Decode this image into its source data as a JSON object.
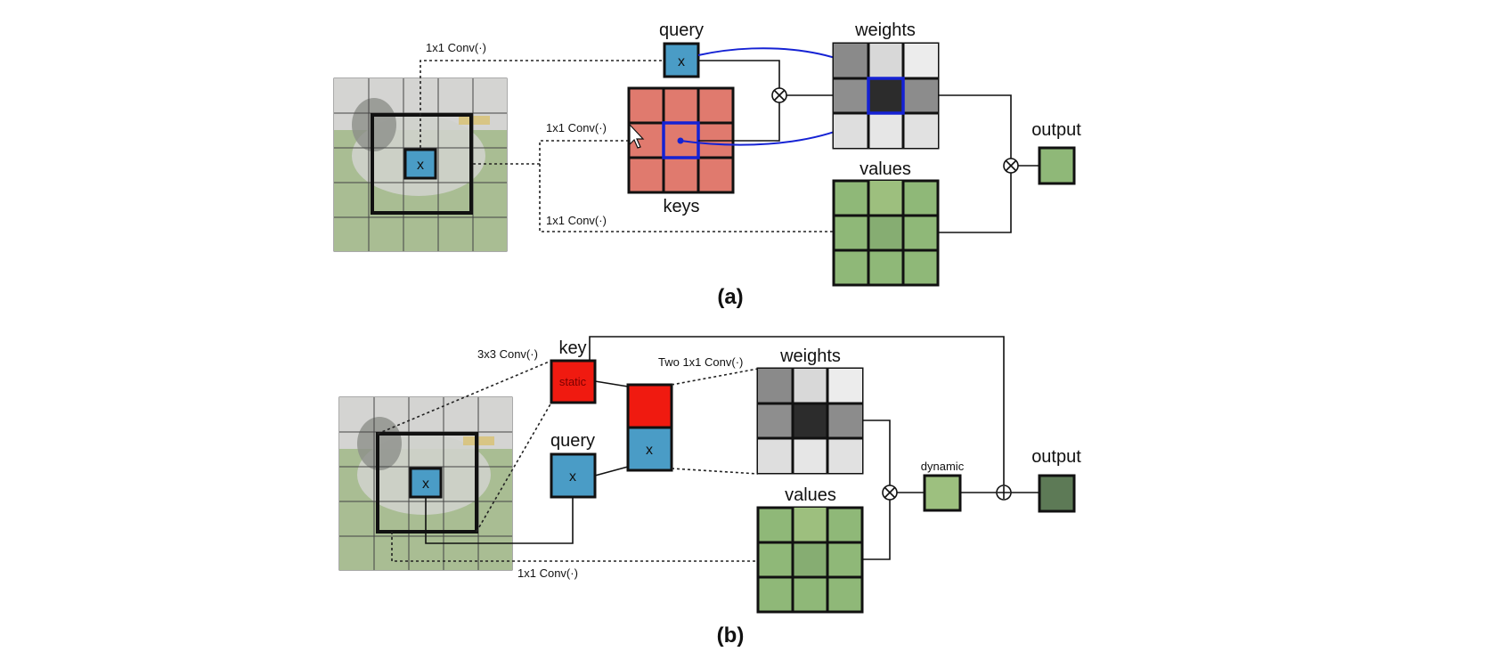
{
  "panel_a": {
    "caption": "(a)",
    "query_label": "query",
    "keys_label": "keys",
    "weights_label": "weights",
    "values_label": "values",
    "output_label": "output",
    "conv_query": "1x1 Conv(·)",
    "conv_keys": "1x1 Conv(·)",
    "conv_values": "1x1 Conv(·)",
    "x_mark": "x",
    "center_x": "x"
  },
  "panel_b": {
    "caption": "(b)",
    "key_label": "key",
    "static_label": "static",
    "query_label": "query",
    "weights_label": "weights",
    "values_label": "values",
    "dynamic_label": "dynamic",
    "output_label": "output",
    "conv_key": "3x3 Conv(·)",
    "conv_two": "Two 1x1 Conv(·)",
    "conv_values": "1x1 Conv(·)",
    "x_mark": "x",
    "center_x": "x",
    "concat_x": "x"
  },
  "colors": {
    "query_blue": "#4a9cc6",
    "keys_red": "#e07a6e",
    "key_red": "#f01a10",
    "values_green": "#8fb878",
    "dynamic_green": "#9dc07f",
    "output_dark_green": "#5d7a56",
    "attention_blue": "#1522d4"
  }
}
